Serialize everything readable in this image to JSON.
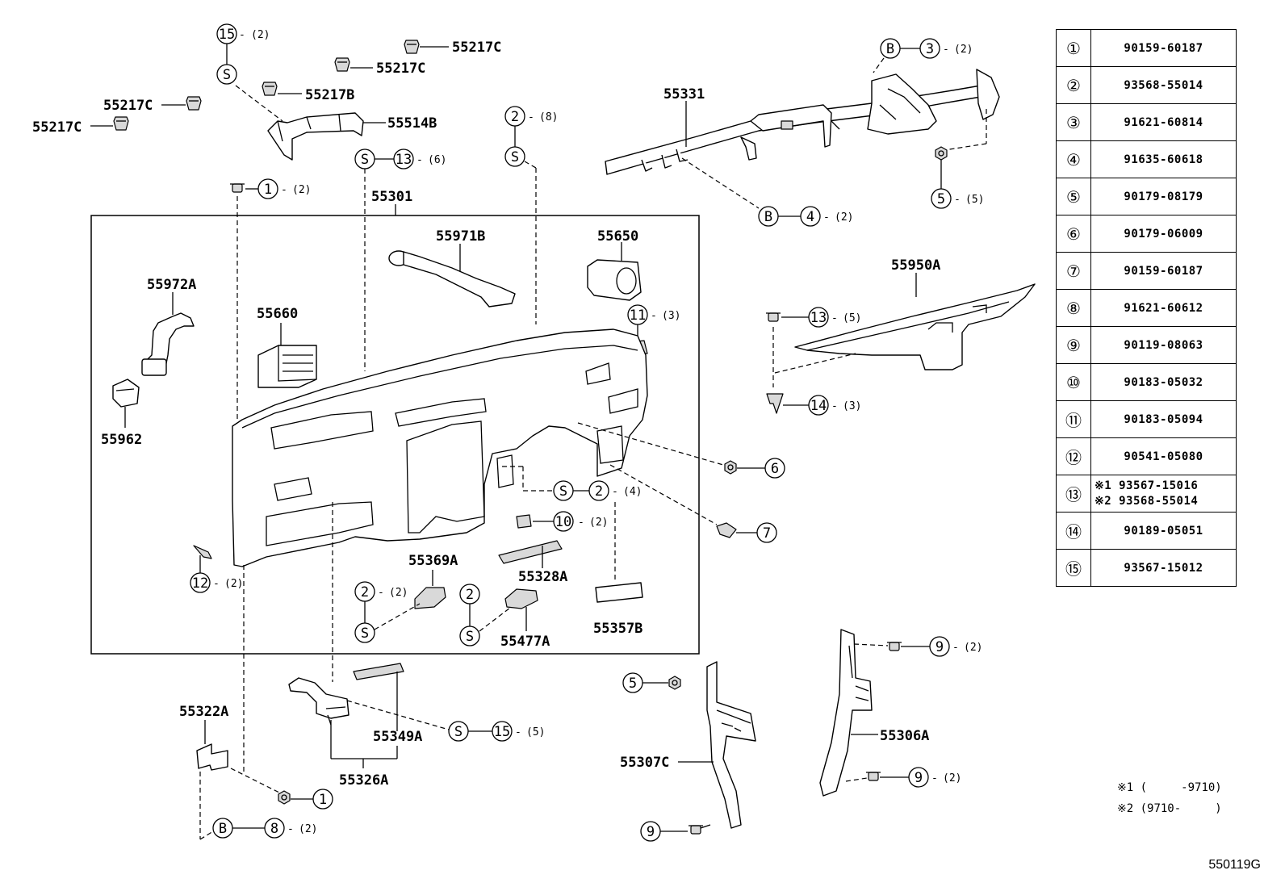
{
  "diagram": {
    "code": "550119G",
    "frame_label": "55301",
    "symbols": {
      "s": "S",
      "b": "B"
    },
    "part_labels": {
      "p55217c_1": "55217C",
      "p55217c_2": "55217C",
      "p55217b": "55217B",
      "p55217c_3": "55217C",
      "p55217c_4": "55217C",
      "p55514b": "55514B",
      "p55331": "55331",
      "p55972a": "55972A",
      "p55962": "55962",
      "p55660": "55660",
      "p55971b": "55971B",
      "p55650": "55650",
      "p55950a": "55950A",
      "p55369a": "55369A",
      "p55328a": "55328A",
      "p55477a": "55477A",
      "p55357b": "55357B",
      "p55322a": "55322A",
      "p55349a": "55349A",
      "p55326a": "55326A",
      "p55307c": "55307C",
      "p55306a": "55306A"
    },
    "callouts": {
      "c1a": {
        "num": "1",
        "qty": "(2)"
      },
      "c1b": {
        "num": "1",
        "qty": ""
      },
      "c2a": {
        "num": "2",
        "qty": "(8)"
      },
      "c2b": {
        "num": "2",
        "qty": "(4)"
      },
      "c2c": {
        "num": "2",
        "qty": "(2)"
      },
      "c2d": {
        "num": "2",
        "qty": ""
      },
      "c3": {
        "num": "3",
        "qty": "(2)"
      },
      "c4": {
        "num": "4",
        "qty": "(2)"
      },
      "c5a": {
        "num": "5",
        "qty": "(5)"
      },
      "c5b": {
        "num": "5",
        "qty": ""
      },
      "c6": {
        "num": "6",
        "qty": ""
      },
      "c7": {
        "num": "7",
        "qty": ""
      },
      "c8": {
        "num": "8",
        "qty": "(2)"
      },
      "c9a": {
        "num": "9",
        "qty": "(2)"
      },
      "c9b": {
        "num": "9",
        "qty": "(2)"
      },
      "c9c": {
        "num": "9",
        "qty": ""
      },
      "c10": {
        "num": "10",
        "qty": "(2)"
      },
      "c11": {
        "num": "11",
        "qty": "(3)"
      },
      "c12": {
        "num": "12",
        "qty": "(2)"
      },
      "c13a": {
        "num": "13",
        "qty": "(6)"
      },
      "c13b": {
        "num": "13",
        "qty": "(5)"
      },
      "c14": {
        "num": "14",
        "qty": "(3)"
      },
      "c15a": {
        "num": "15",
        "qty": "(2)"
      },
      "c15b": {
        "num": "15",
        "qty": "(5)"
      }
    }
  },
  "reference_table": [
    {
      "num": "①",
      "part": "90159-60187"
    },
    {
      "num": "②",
      "part": "93568-55014"
    },
    {
      "num": "③",
      "part": "91621-60814"
    },
    {
      "num": "④",
      "part": "91635-60618"
    },
    {
      "num": "⑤",
      "part": "90179-08179"
    },
    {
      "num": "⑥",
      "part": "90179-06009"
    },
    {
      "num": "⑦",
      "part": "90159-60187"
    },
    {
      "num": "⑧",
      "part": "91621-60612"
    },
    {
      "num": "⑨",
      "part": "90119-08063"
    },
    {
      "num": "⑩",
      "part": "90183-05032"
    },
    {
      "num": "⑪",
      "part": "90183-05094"
    },
    {
      "num": "⑫",
      "part": "90541-05080"
    },
    {
      "num": "⑬",
      "part_a": "※1 93567-15016",
      "part_b": "※2 93568-55014"
    },
    {
      "num": "⑭",
      "part": "90189-05051"
    },
    {
      "num": "⑮",
      "part": "93567-15012"
    }
  ],
  "notes": {
    "note1": "※1 (     -9710)",
    "note2": "※2 (9710-     )"
  }
}
